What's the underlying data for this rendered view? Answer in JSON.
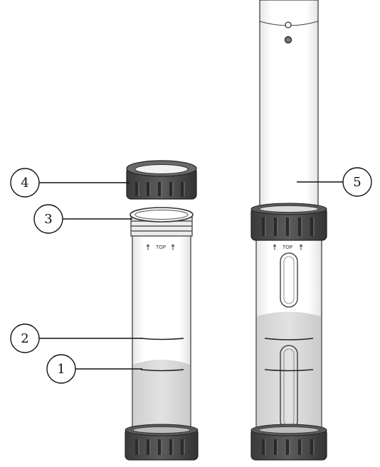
{
  "callouts": [
    {
      "id": "1",
      "label": "1"
    },
    {
      "id": "2",
      "label": "2"
    },
    {
      "id": "3",
      "label": "3"
    },
    {
      "id": "4",
      "label": "4"
    },
    {
      "id": "5",
      "label": "5"
    }
  ],
  "tube_markings": {
    "top_label": "TOP"
  },
  "colors": {
    "outline": "#222222",
    "glass": "#f4f4f4",
    "liquid": "#d9d9d9",
    "cap": "#4a4a4a",
    "cap_dark": "#2f2f2f"
  }
}
